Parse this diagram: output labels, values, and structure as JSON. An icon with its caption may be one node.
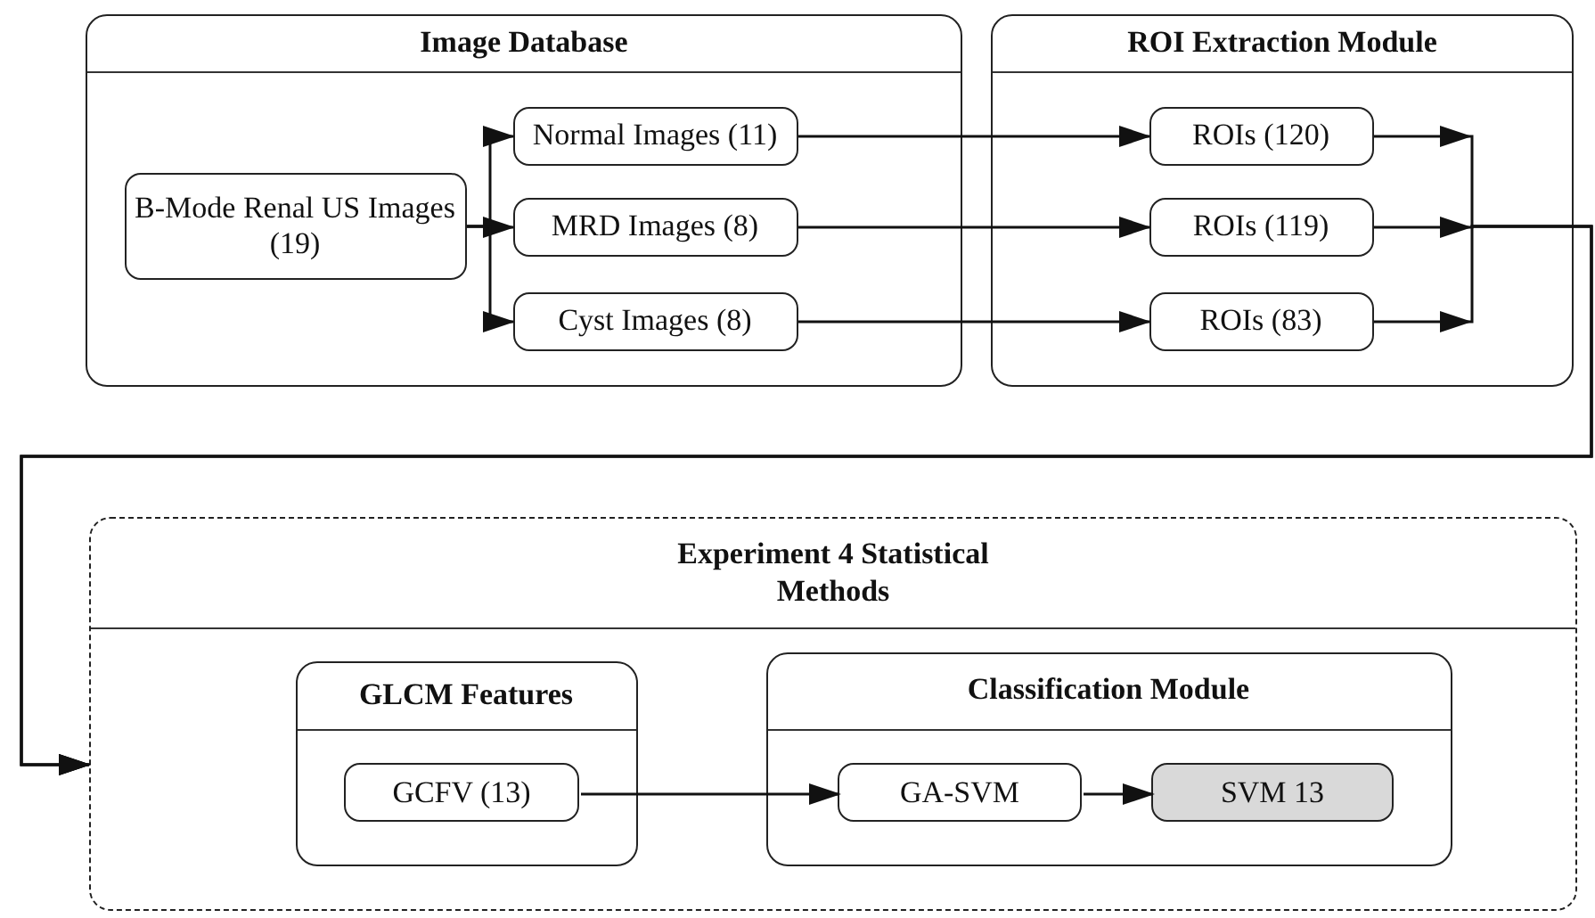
{
  "diagram": {
    "nodes": [
      {
        "text": [
          "Image Database"
        ]
      },
      {
        "text": [
          "B-Mode Renal US Images (19)"
        ],
        "in": 0
      },
      {
        "text": [
          "Normal Images (11)"
        ],
        "in": 0
      },
      {
        "text": [
          "MRD Images  (8)"
        ],
        "in": 0
      },
      {
        "text": [
          "Cyst Images  (8)"
        ],
        "in": 0
      },
      {
        "text": [
          "ROI Extraction Module"
        ]
      },
      {
        "text": [
          "ROIs (120)"
        ],
        "in": 5
      },
      {
        "text": [
          "ROIs (119)"
        ],
        "in": 5
      },
      {
        "text": [
          "ROIs (83)"
        ],
        "in": 5
      },
      {
        "text": [
          "Experiment 4 Statistical Methods"
        ]
      },
      {
        "text": [
          "GLCM Features"
        ],
        "in": 9
      },
      {
        "text": [
          "GCFV (13)"
        ],
        "in": 10
      },
      {
        "text": [
          "Classification Module"
        ],
        "in": 9
      },
      {
        "text": [
          "GA-SVM"
        ],
        "in": 12
      },
      {
        "text": [
          "SVM 13"
        ],
        "in": 12
      }
    ],
    "edges": [
      {
        "from": 1,
        "to": 2,
        "arrow": "to"
      },
      {
        "from": 1,
        "to": 3,
        "arrow": "to"
      },
      {
        "from": 1,
        "to": 4,
        "arrow": "to"
      },
      {
        "from": 2,
        "to": 6,
        "arrow": "to"
      },
      {
        "from": 3,
        "to": 7,
        "arrow": "to"
      },
      {
        "from": 4,
        "to": 8,
        "arrow": "to"
      },
      {
        "from": 6,
        "to": 9,
        "arrow": "to"
      },
      {
        "from": 7,
        "to": 9,
        "arrow": "to"
      },
      {
        "from": 8,
        "to": 9,
        "arrow": "to"
      },
      {
        "from": 11,
        "to": 13,
        "arrow": "to"
      },
      {
        "from": 13,
        "to": 14,
        "arrow": "to"
      }
    ]
  }
}
